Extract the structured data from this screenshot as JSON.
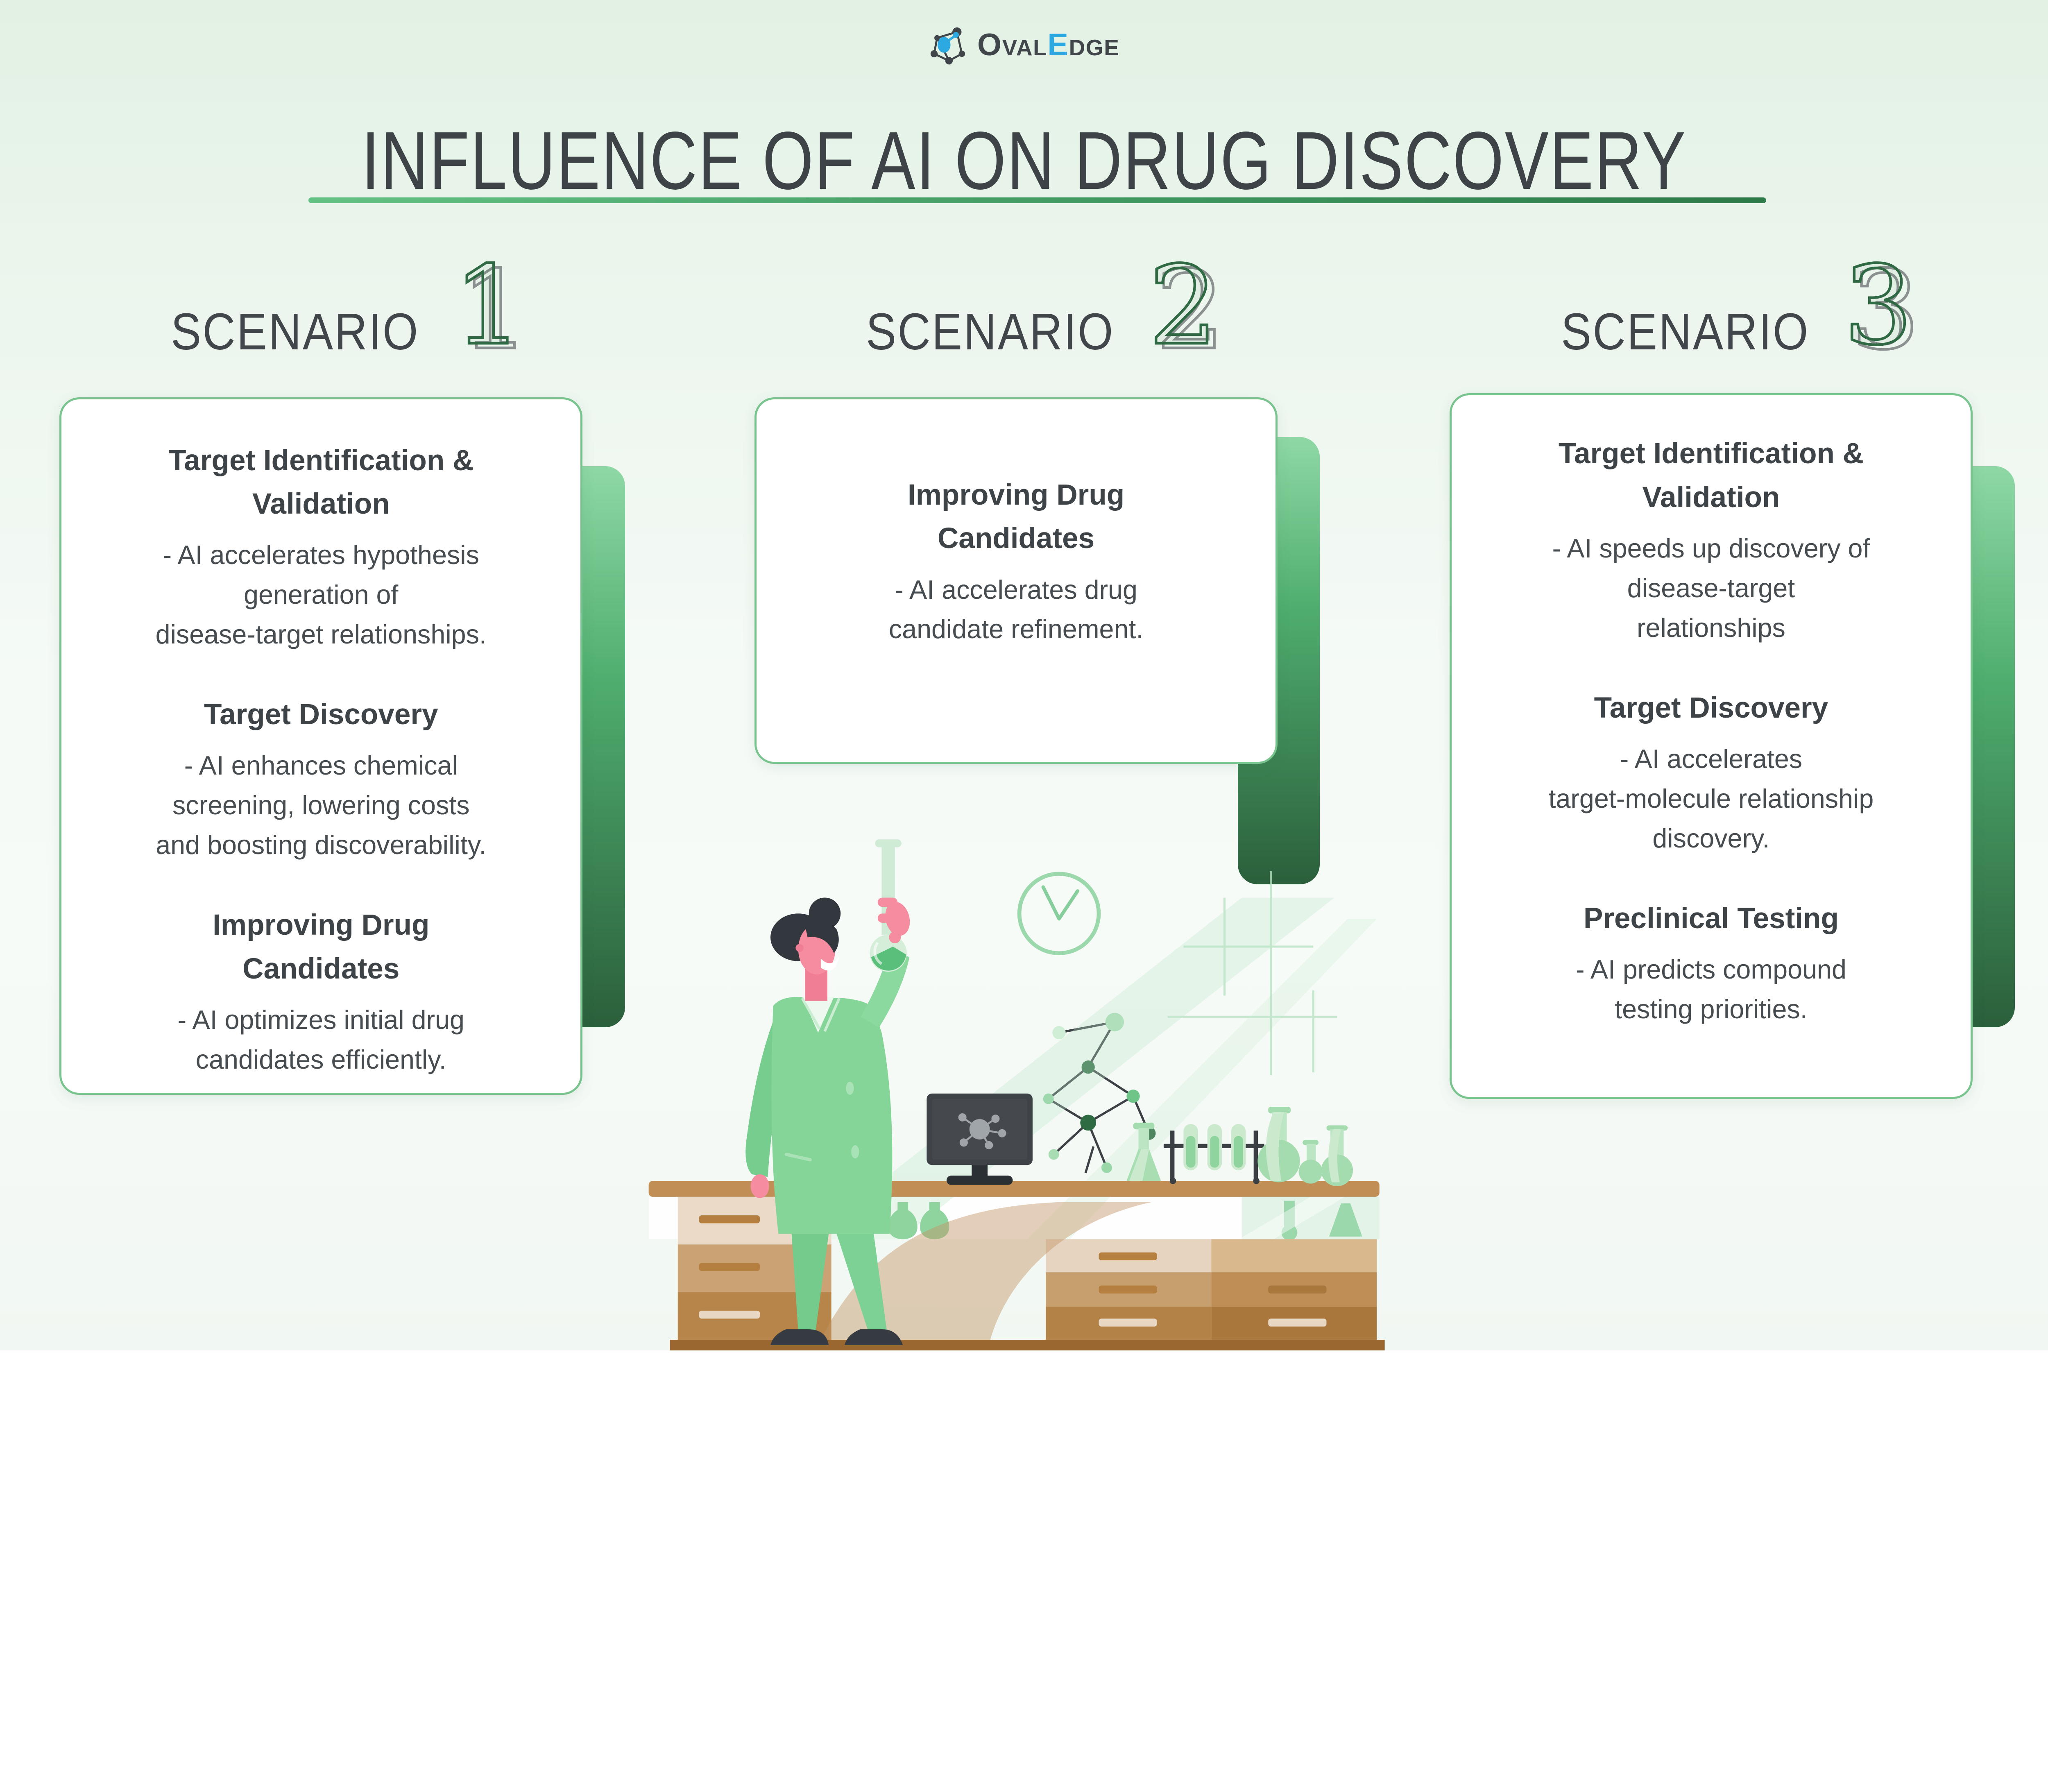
{
  "logo": {
    "part_o": "O",
    "part_val": "VAL",
    "part_e": "E",
    "part_dge": "DGE",
    "accent_blue": "#2BA9E0",
    "text_color": "#41464B",
    "icon": "molecule-network-icon"
  },
  "title": {
    "text": "INFLUENCE OF AI ON DRUG DISCOVERY",
    "color": "#3E4347",
    "underline_gradient_start": "#63C183",
    "underline_gradient_end": "#2E7A49"
  },
  "scenarios": [
    {
      "label": "SCENARIO",
      "number": "1"
    },
    {
      "label": "SCENARIO",
      "number": "2"
    },
    {
      "label": "SCENARIO",
      "number": "3"
    }
  ],
  "cards": [
    {
      "sections": [
        {
          "heading": "Target Identification &\nValidation",
          "body": "- AI accelerates hypothesis\ngeneration of\ndisease-target relationships."
        },
        {
          "heading": "Target Discovery",
          "body": "- AI enhances chemical\nscreening, lowering costs\nand boosting discoverability."
        },
        {
          "heading": "Improving Drug\nCandidates",
          "body": "- AI optimizes initial drug\ncandidates efficiently."
        }
      ]
    },
    {
      "sections": [
        {
          "heading": "Improving Drug\nCandidates",
          "body": "- AI accelerates drug\ncandidate refinement."
        }
      ]
    },
    {
      "sections": [
        {
          "heading": "Target Identification &\nValidation",
          "body": "- AI speeds up discovery of\ndisease-target\nrelationships"
        },
        {
          "heading": "Target Discovery",
          "body": "- AI accelerates\ntarget-molecule relationship\ndiscovery."
        },
        {
          "heading": "Preclinical Testing",
          "body": "- AI predicts compound\ntesting priorities."
        }
      ]
    }
  ],
  "illustration_icons": [
    "scientist-with-flask",
    "wall-clock",
    "computer-monitor",
    "molecule-model",
    "lab-desk",
    "test-tube-rack",
    "round-flasks"
  ],
  "colors": {
    "background_top": "#E2F1E4",
    "background_bottom": "#F1F7F2",
    "card_border_green": "#79C38F",
    "accent_bar_top": "#8FD8A5",
    "accent_bar_bottom": "#2B5F3B",
    "scenario_number_green": "#2F6A44",
    "scenario_number_gray": "#8A9190",
    "text_dark": "#3E4347",
    "desk_wood": "#C18F55",
    "coat_green": "#84D597",
    "skin_pink": "#F58CA0",
    "glass_green": "#A5DCAF"
  }
}
